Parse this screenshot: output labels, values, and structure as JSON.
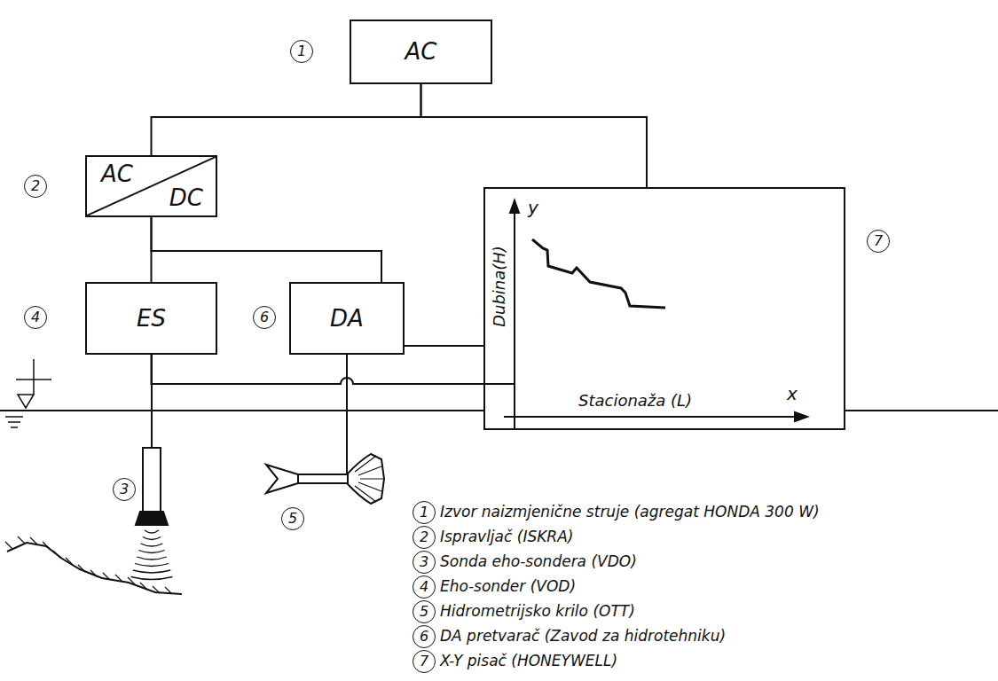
{
  "diagram": {
    "nodes": [
      {
        "text": [
          "AC"
        ]
      },
      {
        "text": [
          "AC",
          "DC"
        ]
      },
      {
        "text": [
          "Dubina(H)",
          "y",
          "x",
          "Stacionaža (L)"
        ]
      },
      {
        "text": [
          "ES"
        ]
      },
      {
        "text": [
          "DA"
        ]
      }
    ],
    "edges": [
      {
        "from": 0,
        "to": 1,
        "arrow": "none"
      },
      {
        "from": 0,
        "to": 2,
        "arrow": "none"
      },
      {
        "from": 1,
        "to": 3,
        "arrow": "none"
      },
      {
        "from": 1,
        "to": 4,
        "arrow": "none"
      },
      {
        "from": 4,
        "to": 2,
        "arrow": "none"
      },
      {
        "from": 3,
        "to": 2,
        "arrow": "none"
      }
    ],
    "labels": [
      "1",
      "2",
      "4",
      "6",
      "7",
      "3",
      "5",
      "1",
      "Izvor naizmjenične struje (agregat HONDA 300 W)",
      "2",
      "Ispravljač (ISKRA)",
      "3",
      "Sonda eho-sondera (VDO)",
      "4",
      "Eho-sonder (VOD)",
      "5",
      "Hidrometrijsko krilo (OTT)",
      "6",
      "DA pretvarač (Zavod za hidrotehniku)",
      "7",
      "X-Y pisač (HONEYWELL)"
    ]
  }
}
